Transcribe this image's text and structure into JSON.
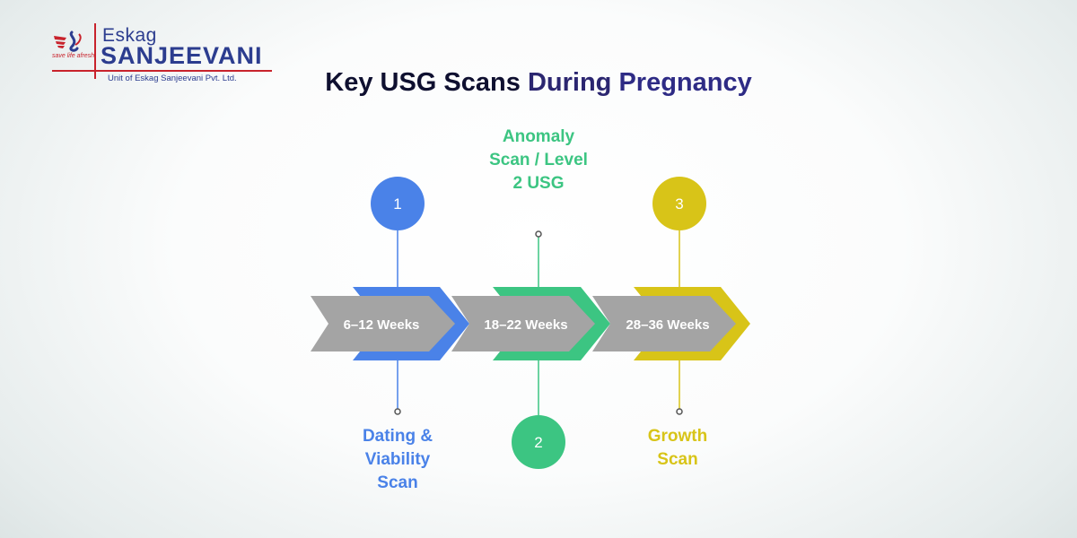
{
  "logo": {
    "brand_top": "Eskag",
    "brand_main": "SANJEEVANI",
    "tagline": "save life afresh",
    "unit_text": "Unit of Eskag Sanjeevani Pvt. Ltd."
  },
  "title": {
    "part1": "Key USG Scans",
    "part2": "During",
    "part3": "Pregnancy"
  },
  "steps": [
    {
      "number": "1",
      "period": "6–12 Weeks",
      "label": "Dating & Viability Scan",
      "label_lines": [
        "Dating &",
        "Viability",
        "Scan"
      ],
      "color": "#4a82e8"
    },
    {
      "number": "2",
      "period": "18–22 Weeks",
      "label": "Anomaly Scan / Level 2 USG",
      "label_lines": [
        "Anomaly",
        "Scan / Level",
        "2 USG"
      ],
      "color": "#3cc582"
    },
    {
      "number": "3",
      "period": "28–36 Weeks",
      "label": "Growth Scan",
      "label_lines": [
        "Growth",
        "Scan"
      ],
      "color": "#d8c418"
    }
  ],
  "colors": {
    "arrow_gray": "#a4a4a4",
    "title_dark": "#0f1030",
    "title_blue": "#2e2b85",
    "brand_blue": "#2c3d8f",
    "brand_red": "#c8232c"
  }
}
